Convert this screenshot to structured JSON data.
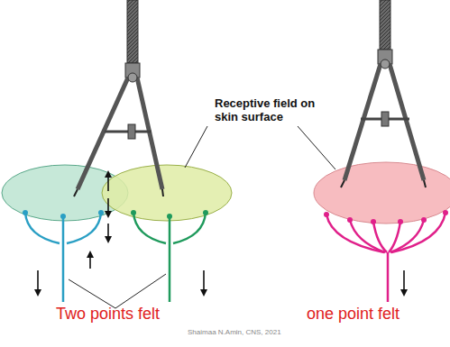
{
  "diagram": {
    "labels": [
      "Receptive field on skin surface",
      "Two points felt",
      "one point felt",
      "Shaimaa N.Amin, CNS, 2021"
    ]
  }
}
